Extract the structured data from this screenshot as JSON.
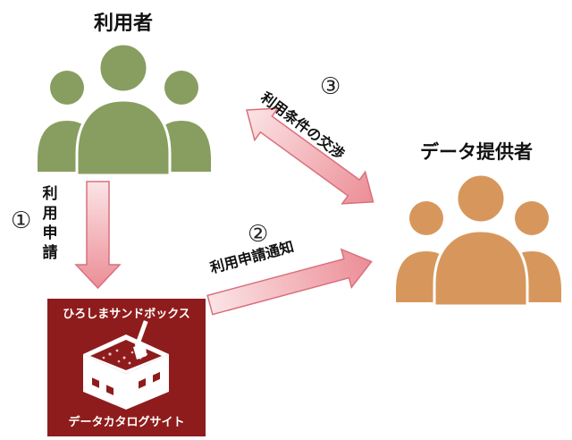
{
  "diagram": {
    "users_label": "利用者",
    "provider_label": "データ提供者",
    "steps": [
      {
        "number": "①",
        "label": "利用申請"
      },
      {
        "number": "②",
        "label": "利用申請通知"
      },
      {
        "number": "③",
        "label": "利用条件の交渉"
      }
    ],
    "catalog": {
      "title": "ひろしまサンドボックス",
      "subtitle": "データカタログサイト"
    },
    "colors": {
      "users": "#889e60",
      "provider": "#d7975c",
      "arrow_light": "#fbe4e6",
      "arrow_dark": "#ec8d96",
      "arrow_stroke": "#d9707c",
      "catalog_bg": "#8f1c1c"
    }
  }
}
